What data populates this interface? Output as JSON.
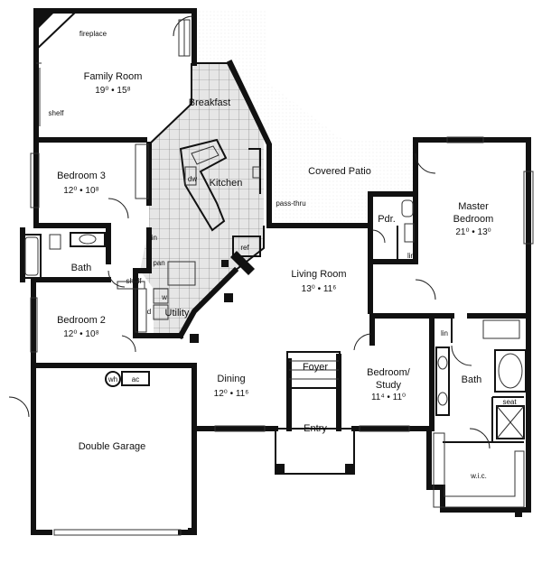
{
  "rooms": {
    "family_room": {
      "name": "Family Room",
      "dims": "19⁰ • 15⁸"
    },
    "breakfast": {
      "name": "Breakfast"
    },
    "kitchen": {
      "name": "Kitchen"
    },
    "covered_patio": {
      "name": "Covered Patio"
    },
    "bedroom3": {
      "name": "Bedroom 3",
      "dims": "12⁰ • 10⁸"
    },
    "bath": {
      "name": "Bath"
    },
    "master_bedroom": {
      "name_line1": "Master",
      "name_line2": "Bedroom",
      "dims": "21⁰ • 13⁰"
    },
    "living_room": {
      "name": "Living Room",
      "dims": "13⁰ • 11⁶"
    },
    "bedroom2": {
      "name": "Bedroom 2",
      "dims": "12⁰ • 10⁸"
    },
    "utility": {
      "name": "Utility"
    },
    "bedroom_study": {
      "name_line1": "Bedroom/",
      "name_line2": "Study",
      "dims": "11⁴ • 11⁰"
    },
    "master_bath": {
      "name": "Bath"
    },
    "dining": {
      "name": "Dining",
      "dims": "12⁰ • 11⁶"
    },
    "foyer": {
      "name": "Foyer"
    },
    "entry": {
      "name": "Entry"
    },
    "double_garage": {
      "name": "Double Garage"
    }
  },
  "labels": {
    "fireplace": "fireplace",
    "shelf_family": "shelf",
    "dw": "dw",
    "lin_bed3": "lin",
    "pan": "pan",
    "shelf_hall": "shelf",
    "w": "w",
    "d": "d",
    "ref": "ref",
    "pass_thru": "pass-thru",
    "pdr": "Pdr.",
    "lin_pdr": "lin",
    "lin_bath": "lin",
    "wh": "wh",
    "ac": "ac",
    "seat": "seat",
    "wic": "w.i.c."
  }
}
